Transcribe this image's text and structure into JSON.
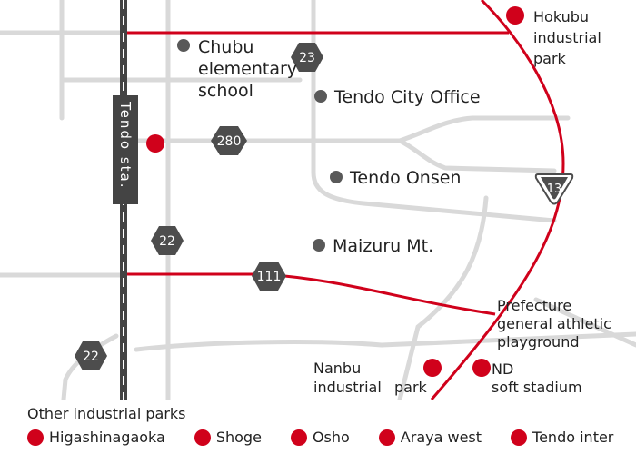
{
  "colors": {
    "route": "#d0011b",
    "poi": "#d0011b",
    "landmark": "#595959",
    "road": "#d9d9d9",
    "rail": "#444444"
  },
  "station": {
    "label": "Tendo sta."
  },
  "shields": [
    {
      "id": "23",
      "label": "23"
    },
    {
      "id": "280",
      "label": "280"
    },
    {
      "id": "22a",
      "label": "22"
    },
    {
      "id": "111",
      "label": "111"
    },
    {
      "id": "22b",
      "label": "22"
    },
    {
      "id": "13",
      "label": "13"
    }
  ],
  "landmarks": {
    "chubu_line1": "Chubu",
    "chubu_line2": "elementary",
    "chubu_line3": "school",
    "city_office": "Tendo City Office",
    "onsen": "Tendo Onsen",
    "maizuru": "Maizuru Mt."
  },
  "places": {
    "hokubu_line1": "Hokubu",
    "hokubu_line2": "industrial",
    "hokubu_line3": "park",
    "prefecture_line1": "Prefecture",
    "prefecture_line2": "general athletic",
    "prefecture_line3": "playground",
    "nanbu_line1": "Nanbu",
    "nanbu_line2": "industrial",
    "nanbu_line3": "park",
    "nd_line1": "ND",
    "nd_line2": "soft stadium"
  },
  "legend": {
    "title": "Other industrial parks",
    "items": [
      "Higashinagaoka",
      "Shoge",
      "Osho",
      "Araya west",
      "Tendo inter"
    ]
  }
}
